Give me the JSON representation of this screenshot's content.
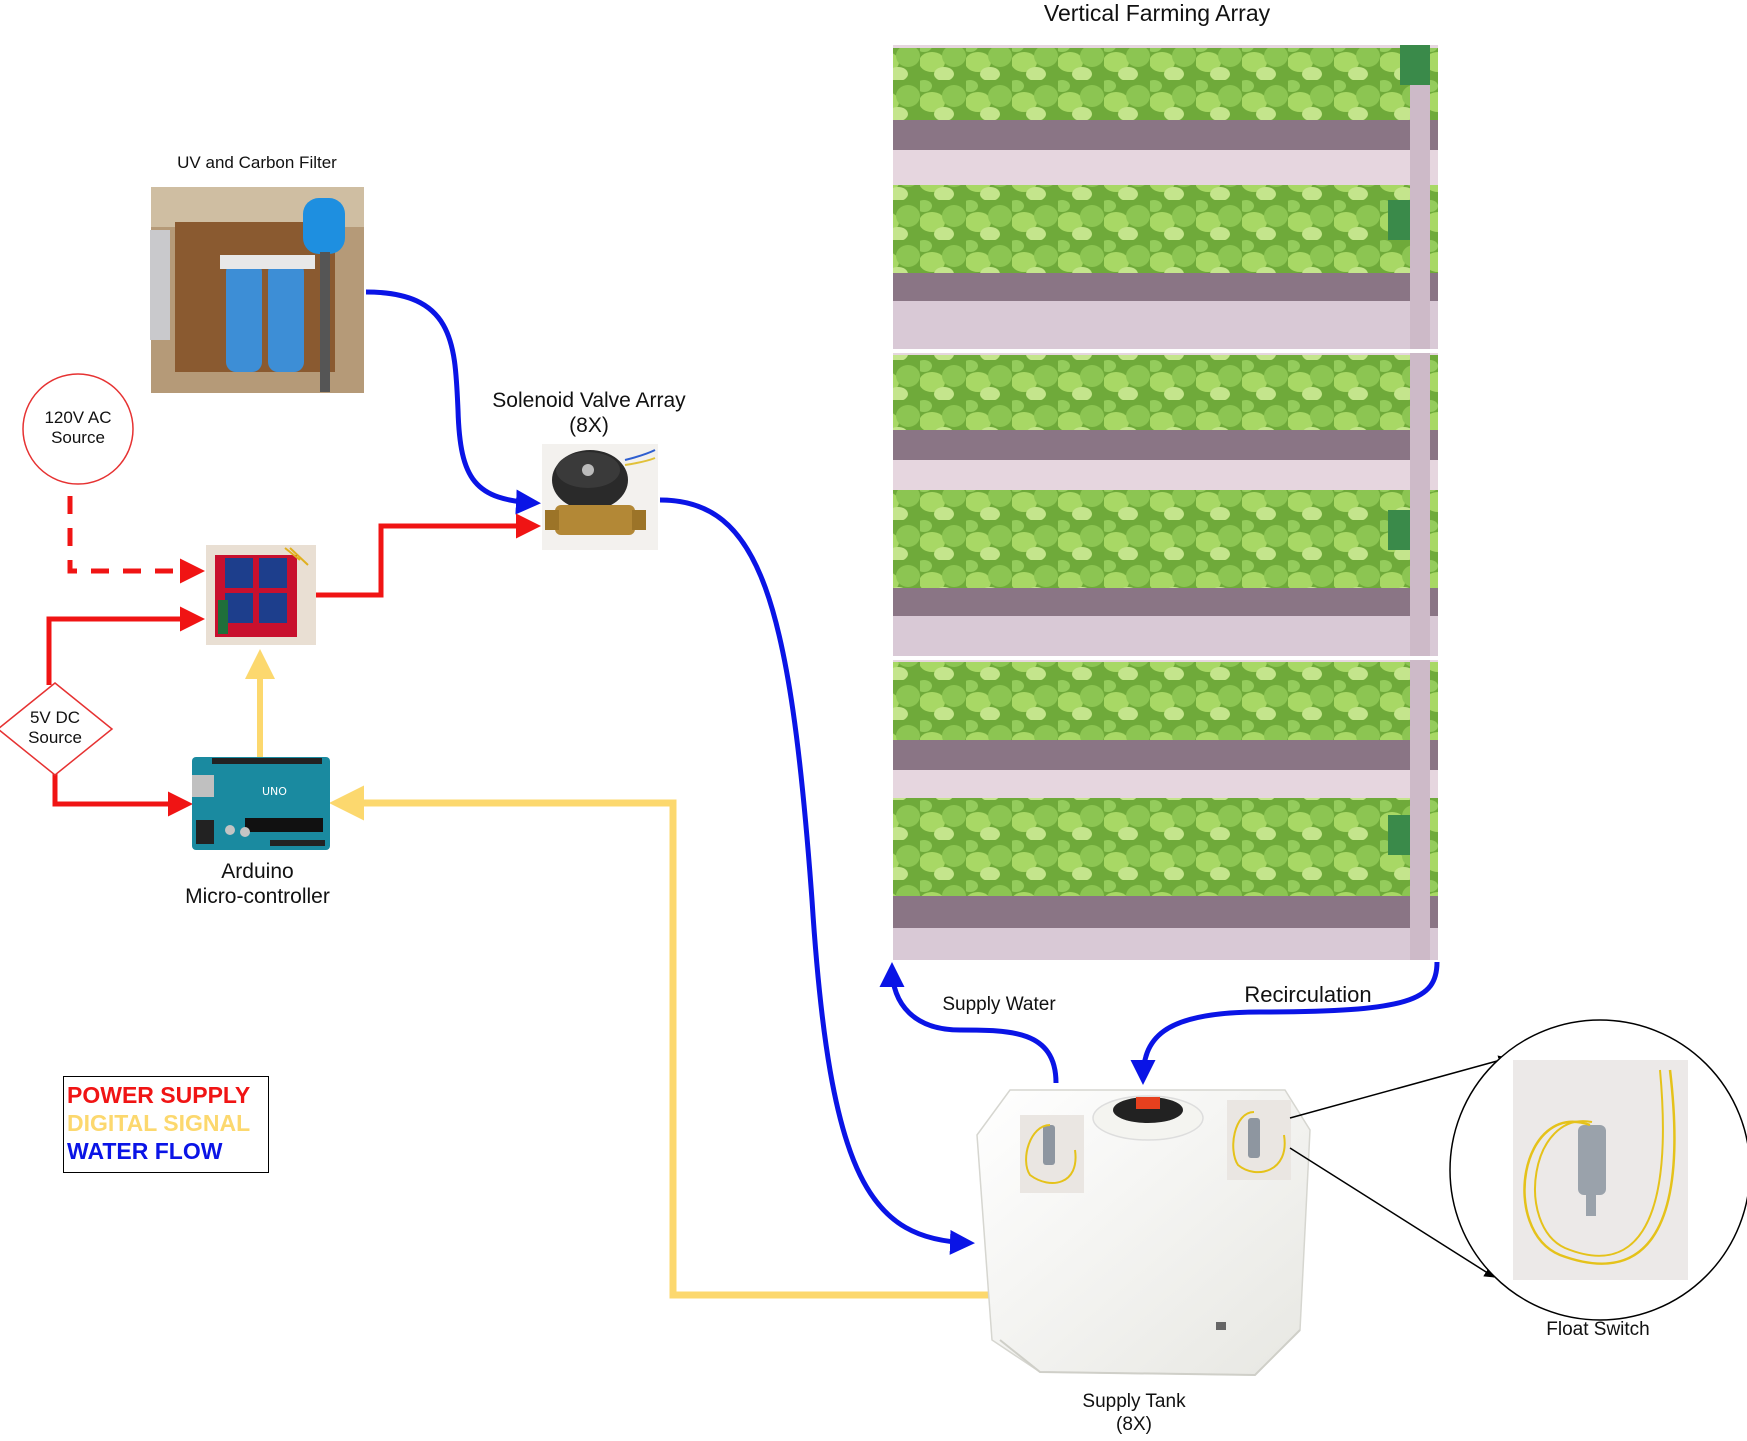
{
  "title": "Vertical Farming Array",
  "nodes": {
    "uv_filter": "UV and Carbon Filter",
    "ac_source": [
      "120V AC",
      "Source"
    ],
    "dc_source": [
      "5V DC",
      "Source"
    ],
    "solenoid": [
      "Solenoid Valve Array",
      "(8X)"
    ],
    "arduino": [
      "Arduino",
      "Micro-controller"
    ],
    "supply_tank": [
      "Supply Tank",
      "(8X)"
    ],
    "float_switch": "Float Switch"
  },
  "edge_labels": {
    "supply_water": "Supply Water",
    "recirculation": "Recirculation"
  },
  "legend": [
    {
      "label": "POWER SUPPLY",
      "color": "#f01414"
    },
    {
      "label": "DIGITAL SIGNAL",
      "color": "#fcd86e"
    },
    {
      "label": "WATER FLOW",
      "color": "#0a14e6"
    }
  ],
  "colors": {
    "power": "#f01414",
    "signal": "#fcd86e",
    "water": "#0a14e6"
  },
  "images": [
    {
      "name": "uv-filter-photo",
      "icon": "water-filter-photo"
    },
    {
      "name": "relay-board-photo",
      "icon": "relay-module-photo"
    },
    {
      "name": "solenoid-valve-photo",
      "icon": "solenoid-valve-photo"
    },
    {
      "name": "arduino-board-photo",
      "icon": "arduino-uno-photo"
    },
    {
      "name": "farming-array-photo",
      "icon": "lettuce-shelves-photo"
    },
    {
      "name": "supply-tank-photo",
      "icon": "water-tank-photo"
    },
    {
      "name": "float-switch-photo",
      "icon": "float-switch-photo"
    }
  ]
}
